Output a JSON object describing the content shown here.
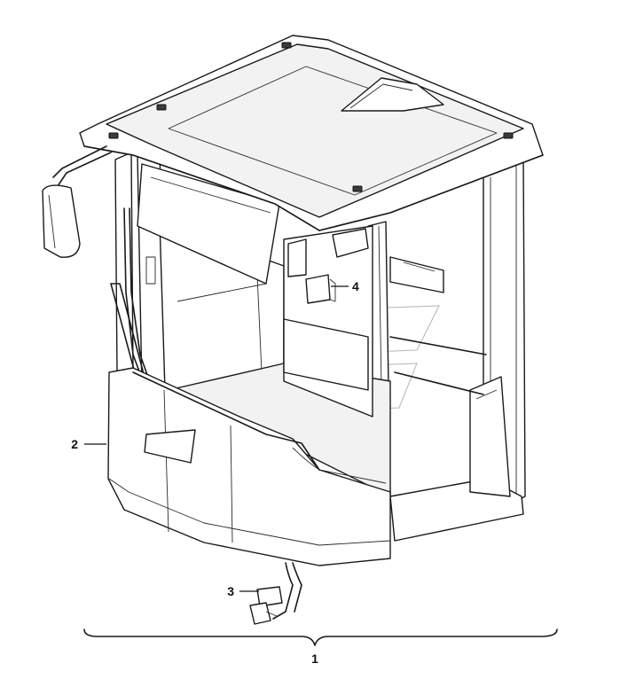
{
  "callouts": [
    {
      "id": "1",
      "label": "1"
    },
    {
      "id": "2",
      "label": "2"
    },
    {
      "id": "3",
      "label": "3"
    },
    {
      "id": "4",
      "label": "4"
    }
  ],
  "colors": {
    "line": "#1a1a1a",
    "watermark": "#b9b9b9",
    "background": "#ffffff"
  }
}
